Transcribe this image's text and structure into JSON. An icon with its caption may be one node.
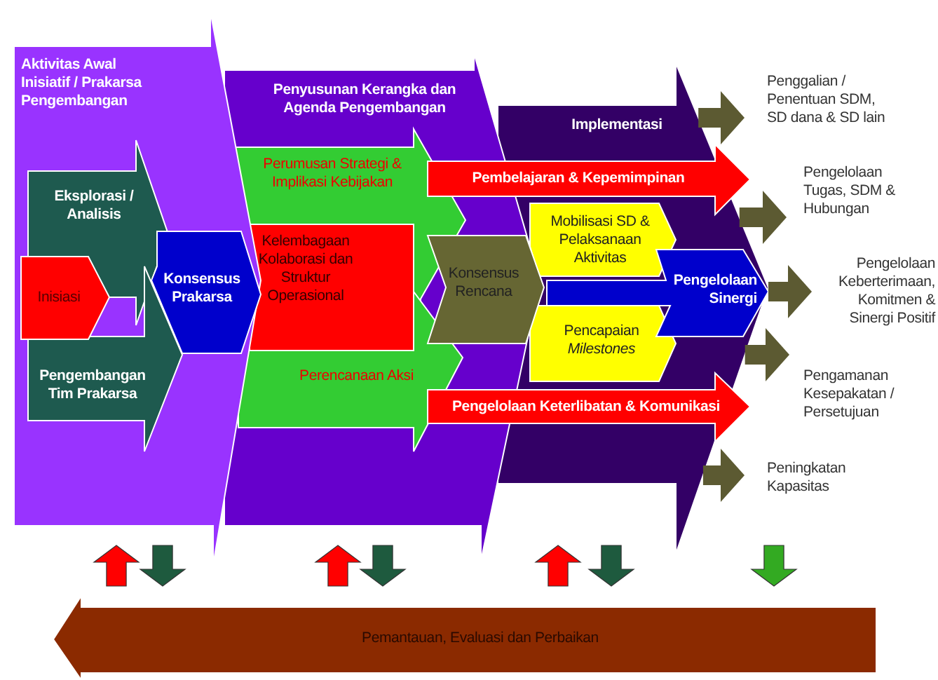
{
  "diagram": {
    "nodes": [
      {
        "text": [
          "Aktivitas Awal Inisiatif / Prakarsa Pengembangan"
        ]
      },
      {
        "text": [
          "Eksplorasi / Analisis"
        ],
        "in": 0
      },
      {
        "text": [
          "Inisiasi"
        ],
        "in": 0
      },
      {
        "text": [
          "Pengembangan Tim Prakarsa"
        ],
        "in": 0
      },
      {
        "text": [
          "Konsensus Prakarsa"
        ],
        "in": 0
      },
      {
        "text": [
          "Penyusunan Kerangka dan Agenda Pengembangan"
        ]
      },
      {
        "text": [
          "Perumusan Strategi & Implikasi Kebijakan"
        ],
        "in": 5
      },
      {
        "text": [
          "Kelembagaan Kolaborasi dan Struktur Operasional"
        ],
        "in": 5
      },
      {
        "text": [
          "Perencanaan Aksi"
        ],
        "in": 5
      },
      {
        "text": [
          "Konsensus Rencana"
        ],
        "in": 5
      },
      {
        "text": [
          "Implementasi"
        ]
      },
      {
        "text": [
          "Pembelajaran & Kepemimpinan"
        ]
      },
      {
        "text": [
          "Mobilisasi SD & Pelaksanaan Aktivitas"
        ],
        "in": 10
      },
      {
        "text": [
          "Pencapaian *Milestones*"
        ],
        "in": 10
      },
      {
        "text": [
          "Pengelolaan Sinergi"
        ],
        "in": 10
      },
      {
        "text": [
          "Pengelolaan Keterlibatan & Komunikasi"
        ]
      },
      {
        "text": [
          "Pemantauan, Evaluasi dan Perbaikan"
        ]
      },
      {
        "text": [
          "Penggalian / Penentuan SDM, SD dana & SD lain"
        ]
      },
      {
        "text": [
          "Pengelolaan Tugas, SDM & Hubungan"
        ]
      },
      {
        "text": [
          "Pengelolaan Keberterimaan, Komitmen & Sinergi Positif"
        ]
      },
      {
        "text": [
          "Pengamanan Kesepakatan / Persetujuan"
        ]
      },
      {
        "text": [
          "Peningkatan Kapasitas"
        ]
      }
    ],
    "edges": [
      {
        "from": 10,
        "to": 17,
        "arrow": "to"
      },
      {
        "from": 10,
        "to": 18,
        "arrow": "to"
      },
      {
        "from": 14,
        "to": 19,
        "arrow": "to"
      },
      {
        "from": 10,
        "to": 20,
        "arrow": "to"
      },
      {
        "from": 10,
        "to": 21,
        "arrow": "to"
      }
    ]
  }
}
